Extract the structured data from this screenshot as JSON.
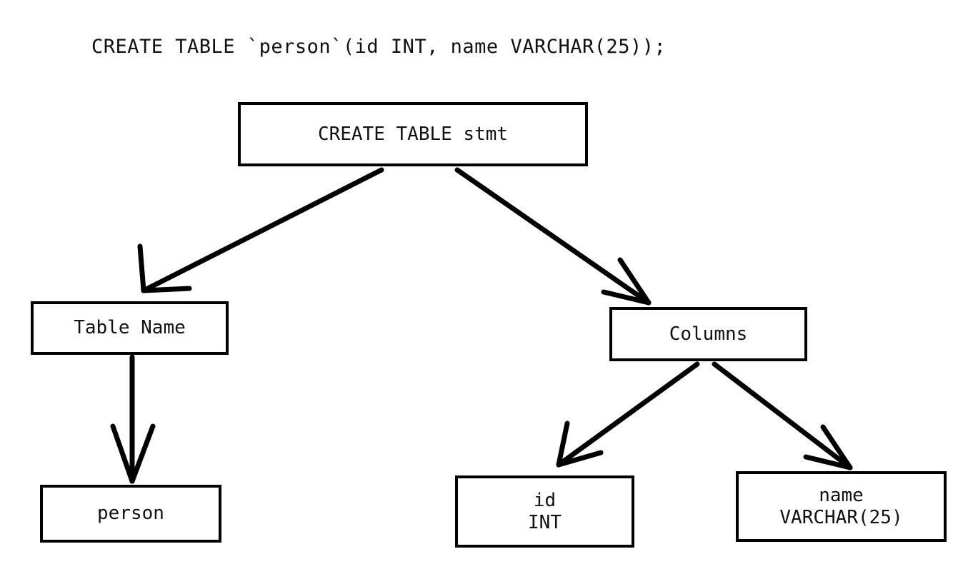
{
  "diagram": {
    "title": "CREATE TABLE `person`(id INT, name VARCHAR(25));",
    "type": "parse-tree",
    "background_color": "#ffffff",
    "stroke_color": "#000000",
    "text_color": "#111111",
    "nodes": [
      {
        "id": "root",
        "label": "CREATE TABLE stmt"
      },
      {
        "id": "table_name",
        "label": "Table Name"
      },
      {
        "id": "columns",
        "label": "Columns"
      },
      {
        "id": "person",
        "label": "person"
      },
      {
        "id": "col_id",
        "label_line1": "id",
        "label_line2": "INT"
      },
      {
        "id": "col_name",
        "label_line1": "name",
        "label_line2": "VARCHAR(25)"
      }
    ],
    "edges": [
      {
        "from": "root",
        "to": "table_name",
        "arrowhead": "open-v"
      },
      {
        "from": "root",
        "to": "columns",
        "arrowhead": "open-v"
      },
      {
        "from": "table_name",
        "to": "person",
        "arrowhead": "open-v"
      },
      {
        "from": "columns",
        "to": "col_id",
        "arrowhead": "open-v"
      },
      {
        "from": "columns",
        "to": "col_name",
        "arrowhead": "open-v"
      }
    ]
  }
}
